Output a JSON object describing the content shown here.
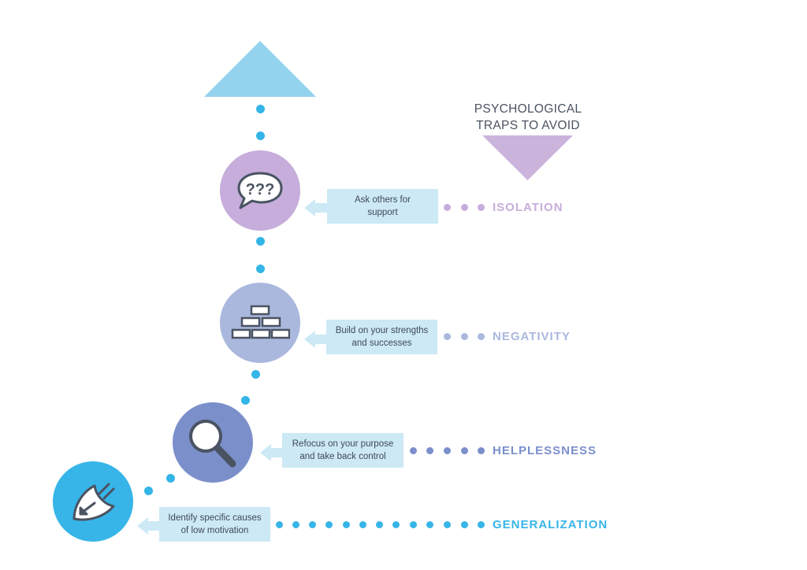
{
  "heading": {
    "line1": "PSYCHOLOGICAL",
    "line2": "TRAPS TO AVOID"
  },
  "colors": {
    "goal_arrow": "#93d3ee",
    "trap_arrow": "#cbb4dc",
    "blue_dot": "#34b5e8",
    "isolation": "#c6addb",
    "negativity": "#aab8de",
    "helplessness": "#7b8fcb",
    "generalization": "#37b5e8",
    "tip_box": "#cce9f5"
  },
  "steps": [
    {
      "id": "isolation",
      "icon": "speech-bubble-question-icon",
      "tip_line1": "Ask others for",
      "tip_line2": "support",
      "trap": "ISOLATION"
    },
    {
      "id": "negativity",
      "icon": "brick-wall-icon",
      "tip_line1": "Build on your strengths",
      "tip_line2": "and successes",
      "trap": "NEGATIVITY"
    },
    {
      "id": "helplessness",
      "icon": "magnifying-glass-icon",
      "tip_line1": "Refocus on your purpose",
      "tip_line2": "and take back control",
      "trap": "HELPLESSNESS"
    },
    {
      "id": "generalization",
      "icon": "unplugged-plug-icon",
      "tip_line1": "Identify specific causes",
      "tip_line2": "of low motivation",
      "trap": "GENERALIZATION"
    }
  ]
}
